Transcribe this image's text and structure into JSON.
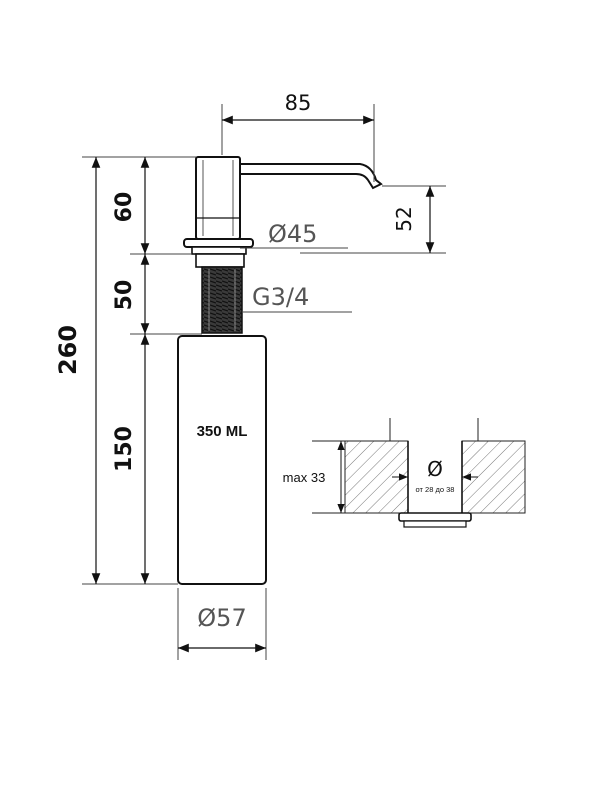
{
  "dimensions": {
    "spout_length": "85",
    "spout_height": "52",
    "head_height": "60",
    "collar_diameter": "Ø45",
    "thread_length": "50",
    "thread_size": "G3/4",
    "total_height": "260",
    "bottle_height": "150",
    "bottle_diameter": "Ø57"
  },
  "bottle": {
    "capacity": "350 ML"
  },
  "countertop": {
    "max_thickness": "max 33",
    "hole_symbol": "Ø",
    "hole_range": "от 28 до 38"
  }
}
